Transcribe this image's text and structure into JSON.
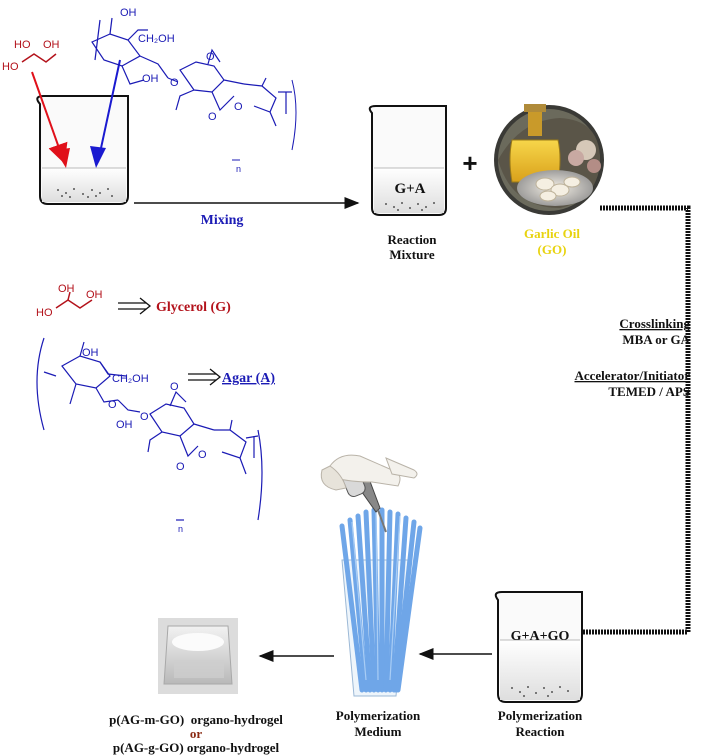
{
  "labels": {
    "mixing": "Mixing",
    "plus": "+",
    "ga_beaker": "G+A",
    "reaction_mixture_line1": "Reaction",
    "reaction_mixture_line2": "Mixture",
    "garlic_oil_line1": "Garlic Oil",
    "garlic_oil_line2": "(GO)",
    "glycerol_name": "Glycerol (G)",
    "agar_name": "Agar (A)",
    "crosslinking_title": "Crosslinking",
    "crosslinking_agents": "MBA or GA",
    "accelerator_title": "Accelerator/Initiator",
    "accelerator_agents": "TEMED / APS",
    "gago_beaker": "G+A+GO",
    "poly_reaction_line1": "Polymerization",
    "poly_reaction_line2": "Reaction",
    "poly_medium_line1": "Polymerization",
    "poly_medium_line2": "Medium",
    "product1": "p(AG-m-GO)  organo-hydrogel",
    "or": "or",
    "product2": "p(AG-g-GO) organo-hydrogel"
  },
  "chem": {
    "ho": "HO",
    "oh": "OH",
    "ch2oh": "CH₂OH",
    "o": "O",
    "n": "n"
  },
  "colors": {
    "glycerol": "#b3121b",
    "agar": "#1b1bb5",
    "garlic_text": "#e8d30f",
    "straw": "#6fa6e8",
    "or_text": "#8a2a12"
  }
}
